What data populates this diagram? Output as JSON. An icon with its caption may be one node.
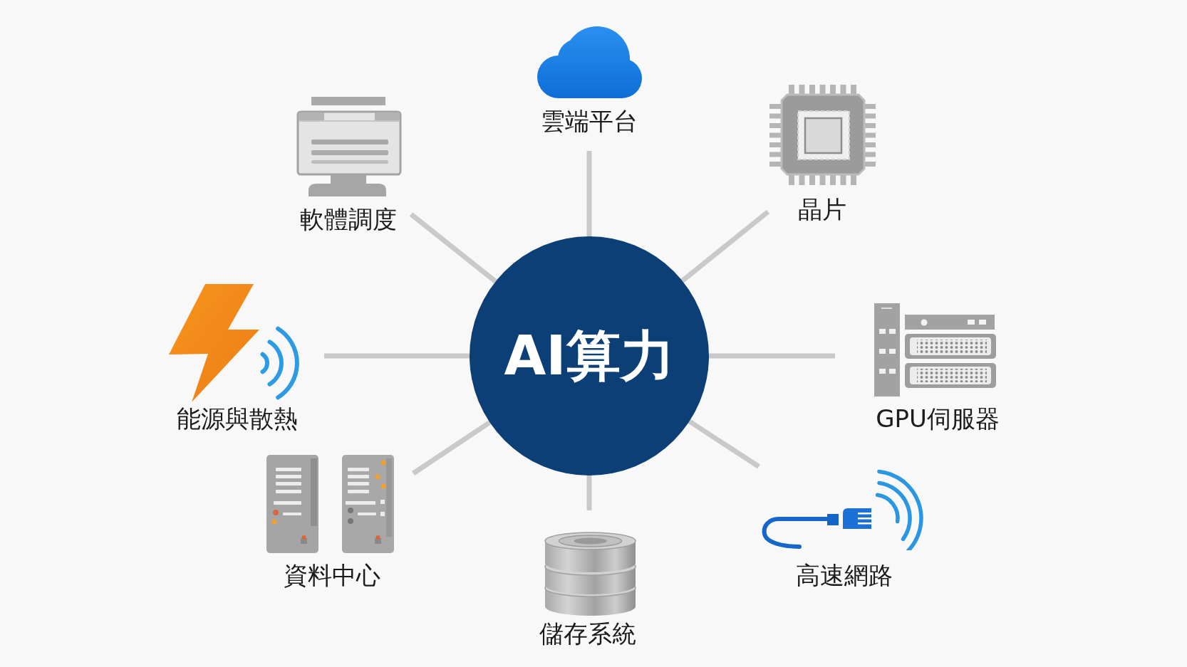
{
  "diagram": {
    "nodes": [
      {
        "text": [
          "AI算力"
        ]
      },
      {
        "text": [
          "雲端平台"
        ]
      },
      {
        "text": [
          "軟體調度"
        ]
      },
      {
        "text": [
          "晶片"
        ]
      },
      {
        "text": [
          "能源與散熱"
        ]
      },
      {
        "text": [
          "GPU伺服器"
        ]
      },
      {
        "text": [
          "資料中心"
        ]
      },
      {
        "text": [
          "高速網路"
        ]
      },
      {
        "text": [
          "儲存系統"
        ]
      }
    ],
    "edges": [
      {
        "from": 0,
        "to": 1,
        "arrow": "none"
      },
      {
        "from": 0,
        "to": 2,
        "arrow": "none"
      },
      {
        "from": 0,
        "to": 3,
        "arrow": "none"
      },
      {
        "from": 0,
        "to": 4,
        "arrow": "none"
      },
      {
        "from": 0,
        "to": 5,
        "arrow": "none"
      },
      {
        "from": 0,
        "to": 6,
        "arrow": "none"
      },
      {
        "from": 0,
        "to": 7,
        "arrow": "none"
      },
      {
        "from": 0,
        "to": 8,
        "arrow": "none"
      }
    ]
  }
}
